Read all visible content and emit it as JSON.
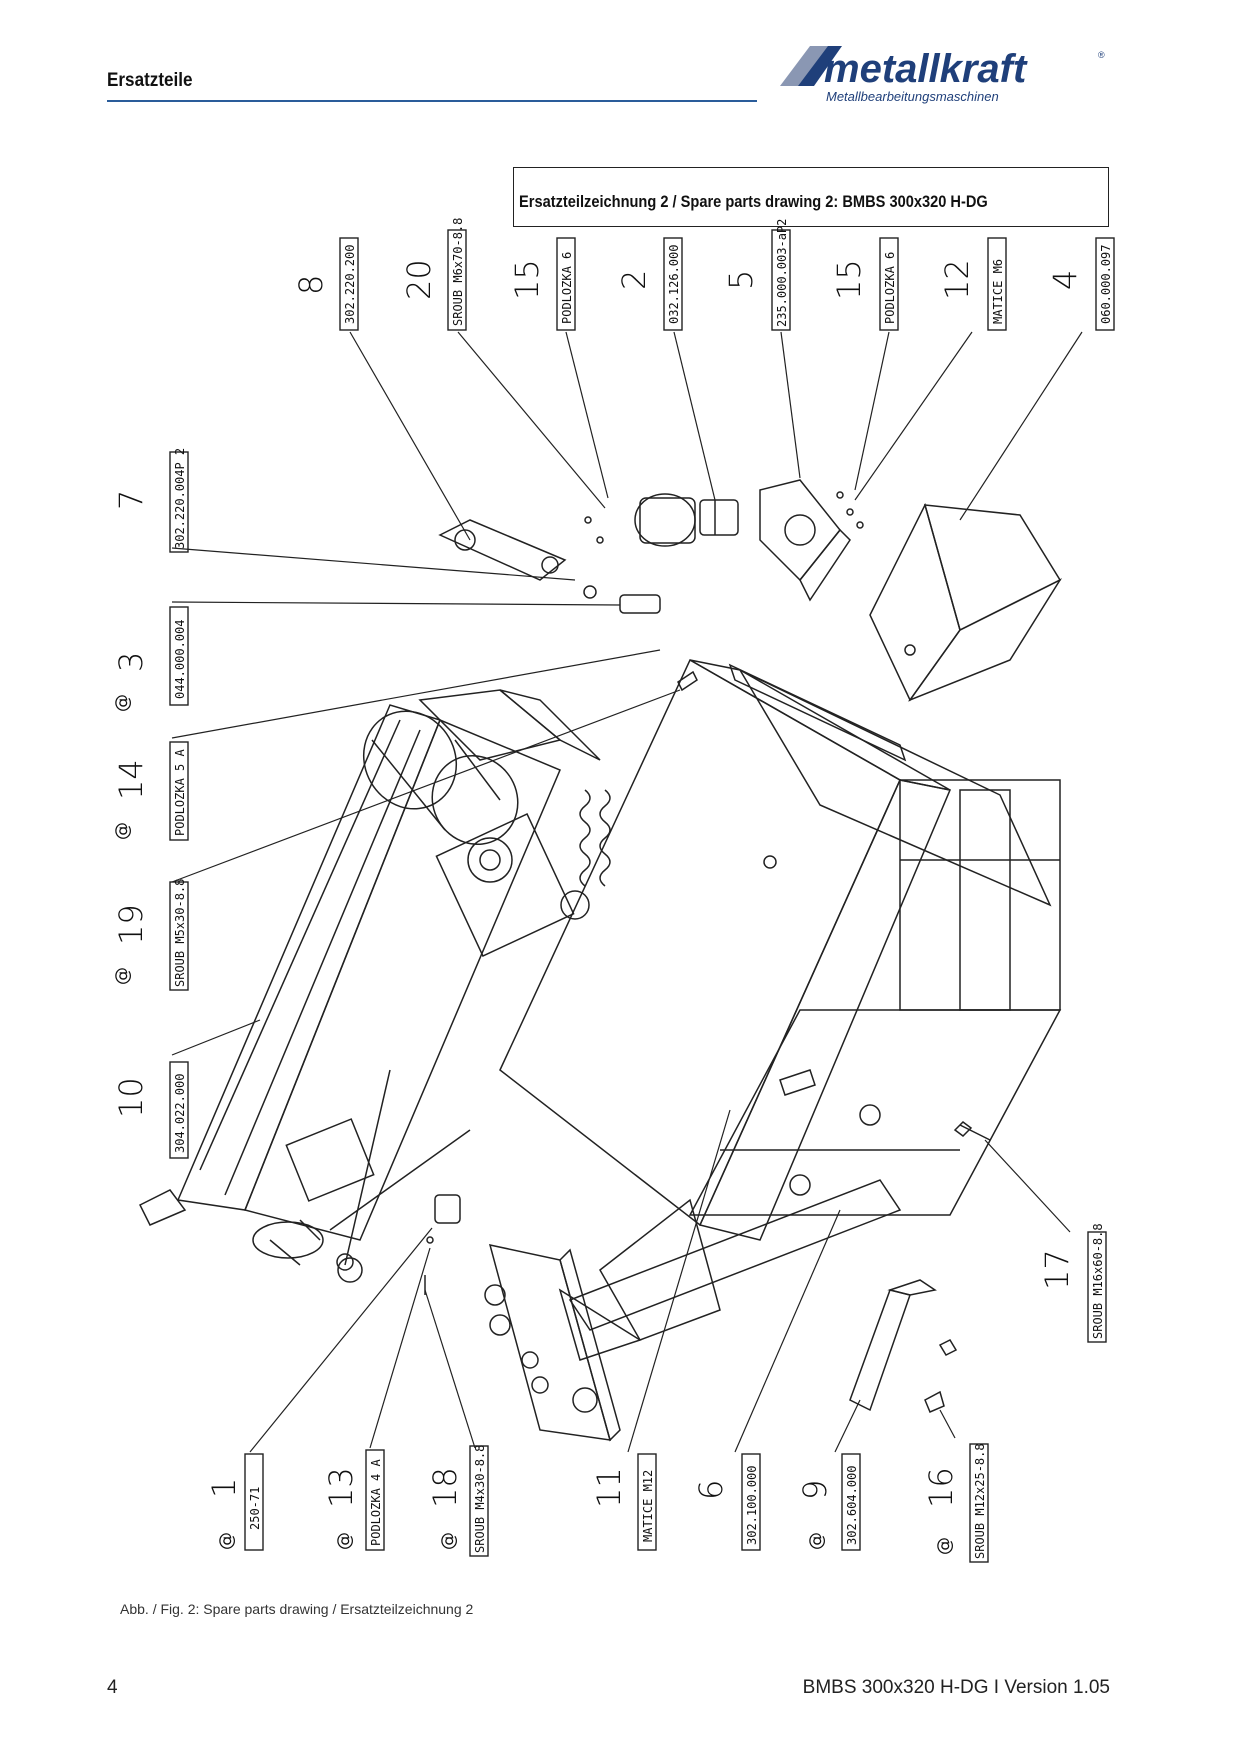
{
  "header": {
    "section_title": "Ersatzteile",
    "logo_brand": "metallkraft",
    "logo_tagline": "Metallbearbeitungsmaschinen"
  },
  "title_box": {
    "text": "Ersatzteilzeichnung 2 / Spare parts drawing 2: BMBS 300x320 H-DG"
  },
  "drawing": {
    "top_callouts": [
      {
        "num": "8",
        "code": "302.220.200"
      },
      {
        "num": "20",
        "code": "SROUB M6x70-8.8"
      },
      {
        "num": "15",
        "code": "PODLOZKA 6"
      },
      {
        "num": "2",
        "code": "032.126.000"
      },
      {
        "num": "5",
        "code": "235.000.003-aP2"
      },
      {
        "num": "15",
        "code": "PODLOZKA 6"
      },
      {
        "num": "12",
        "code": "MATICE M6"
      },
      {
        "num": "4",
        "code": "060.000.097"
      }
    ],
    "left_callouts": [
      {
        "num": "7",
        "at": "",
        "code": "302.220.004P 2"
      },
      {
        "num": "3",
        "at": "@",
        "code": "044.000.004"
      },
      {
        "num": "14",
        "at": "@",
        "code": "PODLOZKA 5 A"
      },
      {
        "num": "19",
        "at": "@",
        "code": "SROUB M5x30-8.8"
      },
      {
        "num": "10",
        "at": "",
        "code": "304.022.000"
      }
    ],
    "bottom_callouts": [
      {
        "num": "1",
        "at": "@",
        "code": "250-71"
      },
      {
        "num": "13",
        "at": "@",
        "code": "PODLOZKA 4 A"
      },
      {
        "num": "18",
        "at": "@",
        "code": "SROUB M4x30-8.8"
      },
      {
        "num": "11",
        "at": "",
        "code": "MATICE M12"
      },
      {
        "num": "6",
        "at": "",
        "code": "302.100.000"
      },
      {
        "num": "9",
        "at": "@",
        "code": "302.604.000"
      },
      {
        "num": "16",
        "at": "@",
        "code": "SROUB M12x25-8.8"
      }
    ],
    "right_callouts": [
      {
        "num": "17",
        "code": "SROUB M16x60-8.8"
      }
    ]
  },
  "caption": "Abb. / Fig. 2: Spare parts drawing / Ersatzteilzeichnung 2",
  "footer": {
    "page_number": "4",
    "reference": "BMBS 300x320 H-DG I Version 1.05"
  },
  "colors": {
    "accent_rule": "#2a5c9a",
    "logo_blue": "#1f3f7a"
  }
}
